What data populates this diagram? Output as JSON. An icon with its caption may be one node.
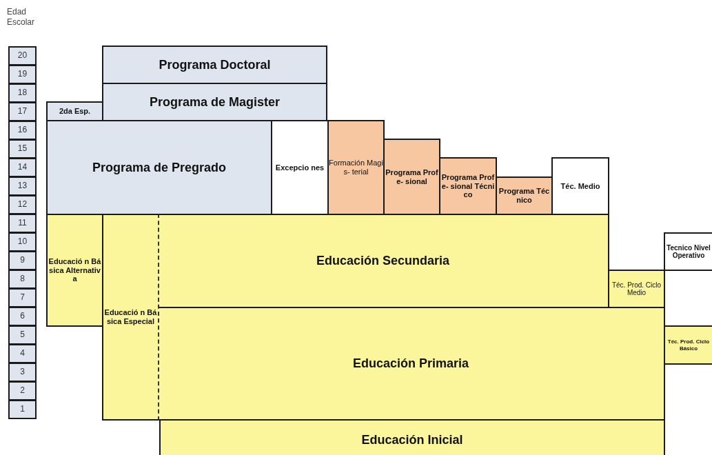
{
  "diagram": {
    "nodes": [
      {
        "text": [
          "20"
        ]
      },
      {
        "text": [
          "19"
        ]
      },
      {
        "text": [
          "18"
        ]
      },
      {
        "text": [
          "17"
        ]
      },
      {
        "text": [
          "16"
        ]
      },
      {
        "text": [
          "15"
        ]
      },
      {
        "text": [
          "14"
        ]
      },
      {
        "text": [
          "13"
        ]
      },
      {
        "text": [
          "12"
        ]
      },
      {
        "text": [
          "11"
        ]
      },
      {
        "text": [
          "10"
        ]
      },
      {
        "text": [
          "9"
        ]
      },
      {
        "text": [
          "8"
        ]
      },
      {
        "text": [
          "7"
        ]
      },
      {
        "text": [
          "6"
        ]
      },
      {
        "text": [
          "5"
        ]
      },
      {
        "text": [
          "4"
        ]
      },
      {
        "text": [
          "3"
        ]
      },
      {
        "text": [
          "2"
        ]
      },
      {
        "text": [
          "1"
        ]
      },
      {
        "text": [
          "Programa Doctoral"
        ]
      },
      {
        "text": [
          "Programa de Magister"
        ]
      },
      {
        "text": [
          "2da Esp."
        ]
      },
      {
        "text": [
          "Programa de Pregrado"
        ]
      },
      {
        "text": [
          "Excepcio nes"
        ]
      },
      {
        "text": [
          "Formación Magis- terial"
        ]
      },
      {
        "text": [
          "Programa Profe- sional"
        ]
      },
      {
        "text": [
          "Programa Profe- sional Técnico"
        ]
      },
      {
        "text": [
          "Programa Técnico"
        ]
      },
      {
        "text": [
          "Téc. Medio"
        ]
      },
      {
        "text": [
          "Educació n Básica Alternativ a"
        ]
      },
      {
        "text": [
          "Educación Secundaria"
        ]
      },
      {
        "text": [
          "Tecnico Nivel Operativo"
        ]
      },
      {
        "text": [
          "Téc. Prod. Ciclo Medio"
        ]
      },
      {
        "text": [
          "Educació n Básica Especial"
        ]
      },
      {
        "text": [
          "Educación Primaria"
        ]
      },
      {
        "text": [
          "Téc. Prod. Ciclo Básico"
        ]
      },
      {
        "text": [
          "Educación Inicial"
        ]
      }
    ],
    "labels": [
      "Edad Escolar"
    ]
  }
}
